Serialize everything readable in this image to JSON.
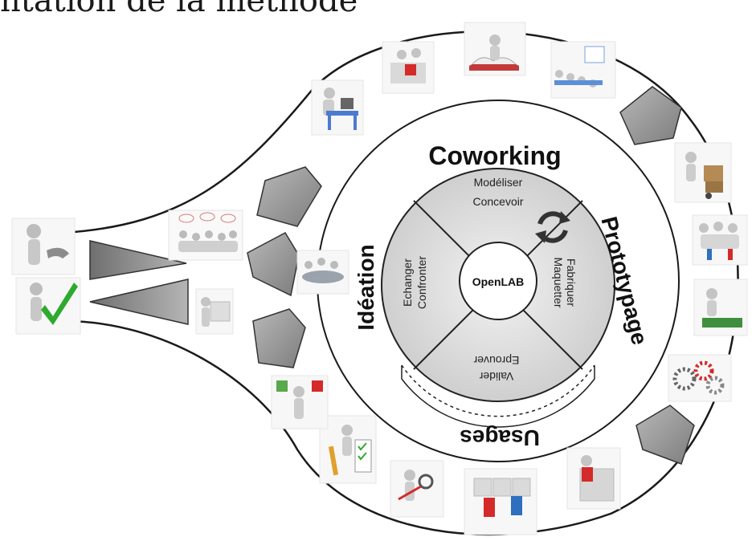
{
  "title": "ntation de la méthode",
  "center": {
    "label": "OpenLAB"
  },
  "phases": {
    "coworking": "Coworking",
    "prototypage": "Prototypage",
    "usages": "Usages",
    "ideation": "Idéation"
  },
  "quadrants": {
    "top": [
      "Modéliser",
      "Concevoir"
    ],
    "right": [
      "Fabriquer",
      "Maquetter"
    ],
    "bottom": [
      "Eprouver",
      "Valider"
    ],
    "left": [
      "Echanger",
      "Confronter"
    ]
  },
  "colors": {
    "wheel_fill": "#dcdcdc",
    "arrow_fill": "#8c8c8c",
    "check_green": "#2eaa2e",
    "red_accent": "#d42a2a",
    "blue_accent": "#2f6fbf"
  },
  "icons": {
    "left_top": "person-with-arrow-icon",
    "left_bottom": "person-with-checkmark-icon",
    "crowd": "crowd-speech-bubbles-icon",
    "board": "person-holding-board-icon",
    "meeting": "meeting-table-icon"
  }
}
